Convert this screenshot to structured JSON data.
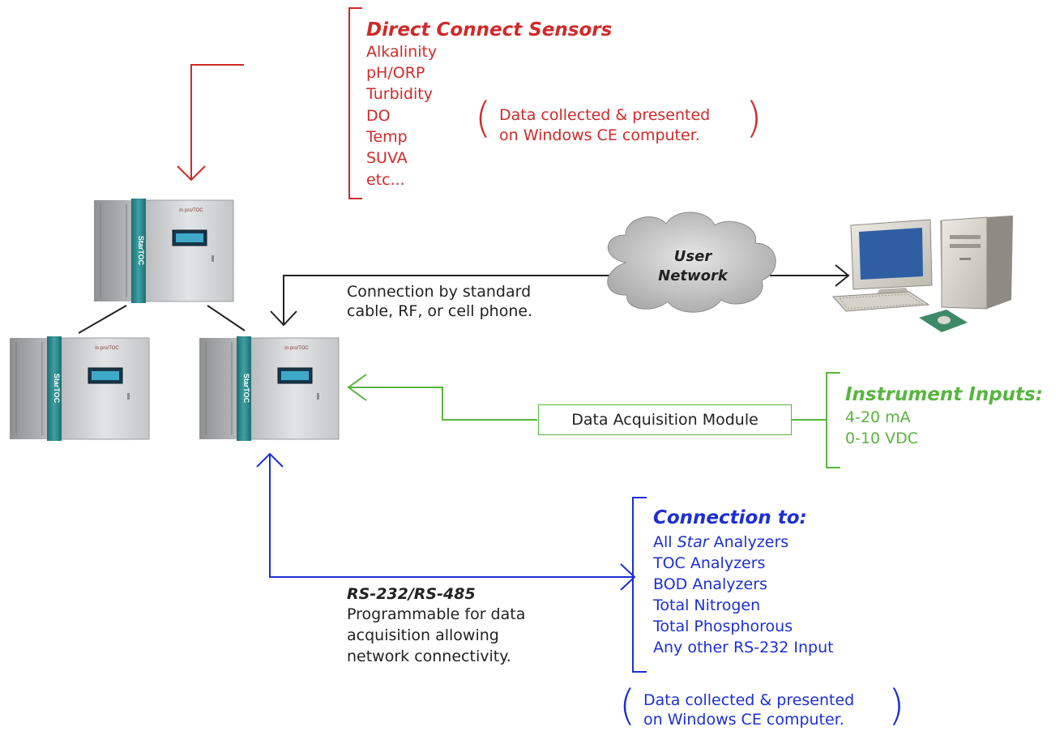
{
  "direct_connect": {
    "heading": "Direct Connect Sensors",
    "items": [
      "Alkalinity",
      "pH/ORP",
      "Turbidity",
      "DO",
      "Temp",
      "SUVA",
      "etc..."
    ],
    "note_line1": "Data collected & presented",
    "note_line2": "on Windows CE computer."
  },
  "network": {
    "cloud_line1": "User",
    "cloud_line2": "Network",
    "connection_line1": "Connection by standard",
    "connection_line2": "cable, RF, or cell phone."
  },
  "instrument": {
    "module_label": "Data Acquisition Module",
    "heading": "Instrument Inputs:",
    "items": [
      "4-20 mA",
      "0-10 VDC"
    ]
  },
  "rs": {
    "heading": "RS-232/RS-485",
    "lines": [
      "Programmable for data",
      "acquisition allowing",
      "network connectivity."
    ]
  },
  "connection_to": {
    "heading": "Connection to:",
    "first_prefix": "All ",
    "first_italic": "Star",
    "first_suffix": " Analyzers",
    "items": [
      "TOC Analyzers",
      "BOD Analyzers",
      "Total Nitrogen",
      "Total Phosphorous",
      "Any other RS-232 Input"
    ],
    "note_line1": "Data collected & presented",
    "note_line2": "on Windows CE computer."
  },
  "device_brand": "StarTOC",
  "colors": {
    "red": "#d02a2a",
    "green": "#58b53f",
    "blue": "#1d2fd3",
    "black": "#222222"
  }
}
